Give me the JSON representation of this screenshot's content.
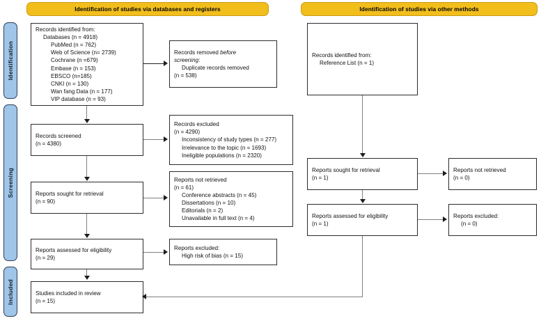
{
  "banners": {
    "left": "Identification of studies via databases and registers",
    "right": "Identification of studies via other methods"
  },
  "stages": [
    {
      "label": "Identification"
    },
    {
      "label": "Screening"
    },
    {
      "label": "Included"
    }
  ],
  "left_column": {
    "identified": {
      "lines": [
        "Records identified from:",
        "Databases (n = 4918)",
        "PubMed (n = 762)",
        "Web of Science (n= 2739)",
        "Cochrane (n =679)",
        "Embase (n = 153)",
        "EBSCO (n=185)",
        "CNKI (n = 130)",
        "Wan fang Data (n = 177)",
        "VIP database (n = 93)"
      ]
    },
    "removed": {
      "line1_pre": "Records removed ",
      "line1_em": "before",
      "line2_em": "screening",
      "line2_post": ":",
      "line3": "Duplicate records removed",
      "line4": "(n = 538)"
    },
    "screened": {
      "line1": "Records screened",
      "line2": "(n = 4380)"
    },
    "excluded": {
      "lines": [
        "Records excluded",
        "(n = 4290)",
        "Inconsistency of study types (n = 277)",
        "Irrelevance to the topic (n = 1693)",
        "Ineligible populations (n = 2320)"
      ]
    },
    "sought": {
      "line1": "Reports sought for retrieval",
      "line2": "(n = 90)"
    },
    "not_retrieved": {
      "lines": [
        "Reports not retrieved",
        "(n = 61)",
        "Conference abstracts (n = 45)",
        "Dissertations (n = 10)",
        "Editorials (n = 2)",
        "Unavailable in full text (n = 4)"
      ]
    },
    "assessed": {
      "line1": "Reports assessed for eligibility",
      "line2": "(n = 29)"
    },
    "reports_excluded": {
      "line1": "Reports excluded:",
      "line2": "High risk of bias (n = 15)"
    },
    "included": {
      "line1": "Studies included in review",
      "line2": "(n = 15)"
    }
  },
  "right_column": {
    "identified": {
      "line1": "Records identified from:",
      "line2": "Reference List (n = 1)"
    },
    "sought": {
      "line1": "Reports sought for retrieval",
      "line2": "(n = 1)"
    },
    "not_retrieved": {
      "line1": "Reports not retrieved",
      "line2": "(n = 0)"
    },
    "assessed": {
      "line1": "Reports assessed for eligibility",
      "line2": "(n = 1)"
    },
    "excluded": {
      "line1": "Reports excluded:",
      "line2": "(n = 0)"
    }
  },
  "colors": {
    "banner": "#F2BE1C",
    "stage_pill": "#9FC5E8",
    "box_border": "#2B2B2B",
    "connector": "#7F7F7F"
  }
}
